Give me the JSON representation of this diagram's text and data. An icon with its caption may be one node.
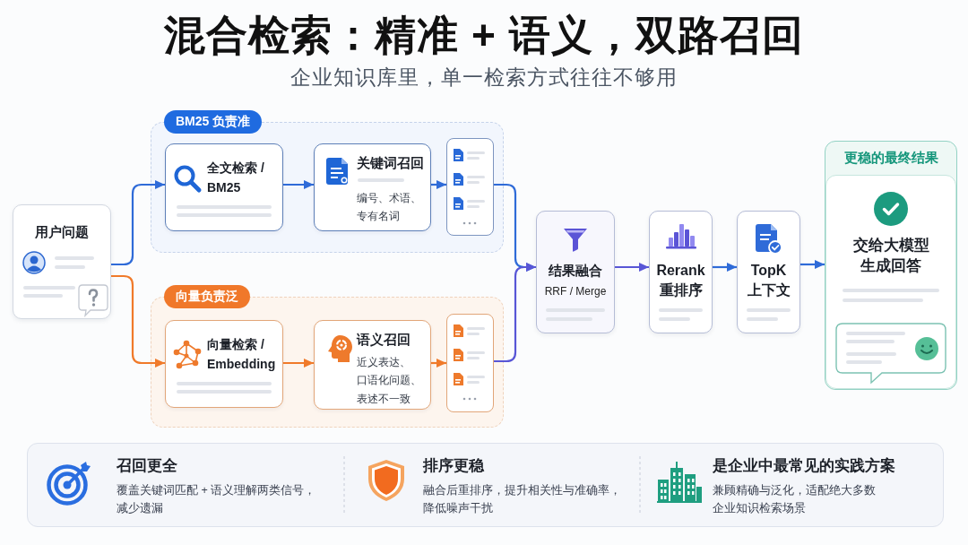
{
  "diagram": {
    "title": "混合检索：精准 + 语义，双路召回",
    "nodes": [
      {
        "text": [
          "用户问题"
        ]
      },
      {
        "text": [
          "BM25 负责准"
        ]
      },
      {
        "text": [
          "全文检索 / BM25"
        ],
        "in": 1
      },
      {
        "text": [
          "关键词召回",
          "编号、术语、专有名词"
        ],
        "in": 1
      },
      {
        "text": [],
        "shape": "box",
        "in": 1
      },
      {
        "text": [
          "向量负责泛"
        ]
      },
      {
        "text": [
          "向量检索 / Embedding"
        ],
        "in": 5
      },
      {
        "text": [
          "语义召回",
          "近义表达、口语化问题、表述不一致"
        ],
        "in": 5
      },
      {
        "text": [],
        "shape": "box",
        "in": 5
      },
      {
        "text": [
          "结果融合",
          "RRF / Merge"
        ]
      },
      {
        "text": [
          "Rerank 重排序"
        ]
      },
      {
        "text": [
          "TopK 上下文"
        ]
      },
      {
        "text": [
          "更稳的最终结果"
        ]
      },
      {
        "text": [
          "交给大模型生成回答"
        ],
        "in": 12
      },
      {
        "text": [
          "召回更全",
          "覆盖关键词匹配 + 语义理解两类信号，减少遗漏",
          "排序更稳",
          "融合后重排序，提升相关性与准确率，降低噪声干扰",
          "是企业中最常见的实践方案",
          "兼顾精确与泛化，适配绝大多数企业知识检索场景"
        ]
      }
    ],
    "edges": [
      {
        "from": 0,
        "to": 2,
        "arrow": "to"
      },
      {
        "from": 0,
        "to": 6,
        "arrow": "to",
        "color": "#f07a2a"
      },
      {
        "from": 2,
        "to": 3,
        "arrow": "to"
      },
      {
        "from": 3,
        "to": 4,
        "arrow": "to"
      },
      {
        "from": 6,
        "to": 7,
        "arrow": "to",
        "color": "#f07a2a"
      },
      {
        "from": 7,
        "to": 8,
        "arrow": "to",
        "color": "#f07a2a"
      },
      {
        "from": 4,
        "to": 9,
        "arrow": "to"
      },
      {
        "from": 8,
        "to": 9,
        "arrow": "to",
        "color": "#5856d6"
      },
      {
        "from": 9,
        "to": 10,
        "arrow": "to",
        "color": "#5856d6"
      },
      {
        "from": 10,
        "to": 11,
        "arrow": "to"
      },
      {
        "from": 11,
        "to": 12,
        "arrow": "to"
      }
    ],
    "labels": [
      "企业知识库里，单一检索方式往往不够用"
    ]
  }
}
